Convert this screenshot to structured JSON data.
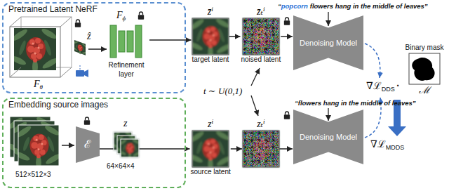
{
  "diagram": {
    "nodes": [
      {
        "text": [
          "Pretrained Latent NeRF"
        ]
      },
      {
        "text": [
          "Refinement layer"
        ],
        "in": 0
      },
      {
        "text": [
          "z̄ⁱ",
          "target latent"
        ]
      },
      {
        "text": [
          "z̄ₜⁱ",
          "noised latent"
        ]
      },
      {
        "text": [
          "Denoising Model"
        ]
      },
      {
        "text": [
          "Embedding source images"
        ]
      },
      {
        "text": [
          "ℰ"
        ],
        "in": 5
      },
      {
        "text": [
          "zⁱ",
          "source latent"
        ]
      },
      {
        "text": [
          "zₜⁱ"
        ]
      },
      {
        "text": [
          "Denoising Model"
        ]
      },
      {
        "text": [
          "Binary mask",
          "ℳ"
        ]
      }
    ],
    "edges": [
      {
        "from": 1,
        "to": 2,
        "arrow": "to"
      },
      {
        "from": 2,
        "to": 3,
        "arrow": "to"
      },
      {
        "from": 3,
        "to": 4,
        "arrow": "to"
      },
      {
        "from": 6,
        "to": 7,
        "arrow": "to"
      },
      {
        "from": 7,
        "to": 8,
        "arrow": "to"
      },
      {
        "from": 8,
        "to": 9,
        "arrow": "to"
      }
    ],
    "labels": [
      "F",
      "θ",
      "ẑ",
      "512×512×3",
      "z",
      "64×64×4",
      "t ∼ U(0,1)",
      "“",
      "popcorn",
      "flowers hang in the middle of leaves”",
      "“flowers hang in the middle of leaves”",
      "∇ℒ",
      "DDS",
      "·",
      "∇ℒ",
      "MDDS",
      "F",
      "ϕ"
    ]
  }
}
